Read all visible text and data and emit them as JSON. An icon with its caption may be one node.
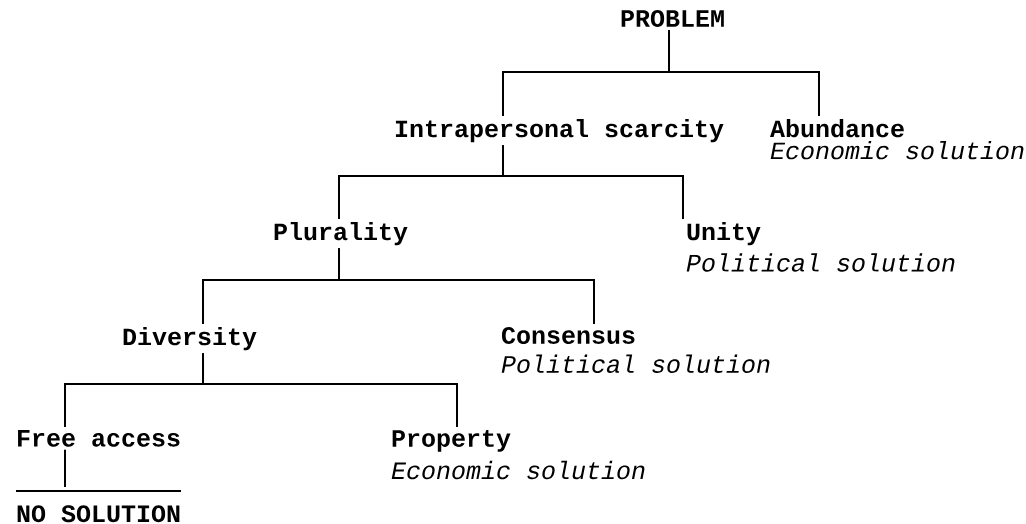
{
  "diagram": {
    "nodes": [
      {
        "text": [
          "PROBLEM"
        ]
      },
      {
        "text": [
          "Intrapersonal scarcity"
        ]
      },
      {
        "text": [
          "Abundance",
          "Economic solution"
        ]
      },
      {
        "text": [
          "Plurality"
        ]
      },
      {
        "text": [
          "Unity",
          "Political solution"
        ]
      },
      {
        "text": [
          "Diversity"
        ]
      },
      {
        "text": [
          "Consensus",
          "Political solution"
        ]
      },
      {
        "text": [
          "Free access"
        ]
      },
      {
        "text": [
          "Property",
          "Economic solution"
        ]
      },
      {
        "text": [
          "NO SOLUTION"
        ]
      }
    ],
    "edges": [
      {
        "from": 0,
        "to": 1,
        "arrow": "none"
      },
      {
        "from": 0,
        "to": 2,
        "arrow": "none"
      },
      {
        "from": 1,
        "to": 3,
        "arrow": "none"
      },
      {
        "from": 1,
        "to": 4,
        "arrow": "none"
      },
      {
        "from": 3,
        "to": 5,
        "arrow": "none"
      },
      {
        "from": 3,
        "to": 6,
        "arrow": "none"
      },
      {
        "from": 5,
        "to": 7,
        "arrow": "none"
      },
      {
        "from": 5,
        "to": 8,
        "arrow": "none"
      },
      {
        "from": 7,
        "to": 9,
        "arrow": "none"
      }
    ]
  }
}
